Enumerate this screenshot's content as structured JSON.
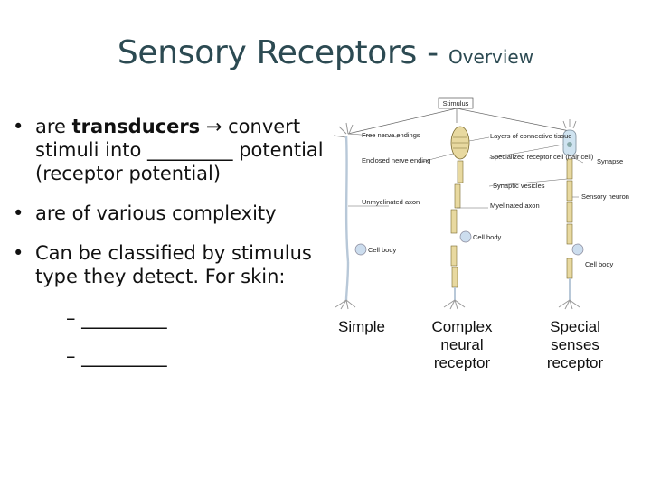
{
  "title": {
    "main": "Sensory Receptors - ",
    "sub": "Overview"
  },
  "bullets": [
    {
      "prefix": "are ",
      "bold": "transducers",
      "suffix": " → convert stimuli into _________ potential (receptor potential)"
    },
    {
      "text": "are of various complexity"
    },
    {
      "text": "Can be classified by stimulus type they detect. For skin:"
    }
  ],
  "dashes": [
    "– _________",
    "– _________"
  ],
  "diagram": {
    "labels": {
      "stimulus": "Stimulus",
      "free_nerve": "Free nerve endings",
      "layers": "Layers of connective tissue",
      "enclosed": "Enclosed nerve ending",
      "specialized": "Specialized receptor cell (hair cell)",
      "synapse": "Synapse",
      "synaptic_vesicles": "Synaptic vesicles",
      "sensory_neuron": "Sensory neuron",
      "unmyelinated": "Unmyelinated axon",
      "myelinated": "Myelinated axon",
      "cell_body_1": "Cell body",
      "cell_body_2": "Cell body",
      "cell_body_3": "Cell body"
    },
    "captions": {
      "simple": "Simple",
      "complex": "Complex neural receptor",
      "special": "Special senses receptor"
    }
  }
}
